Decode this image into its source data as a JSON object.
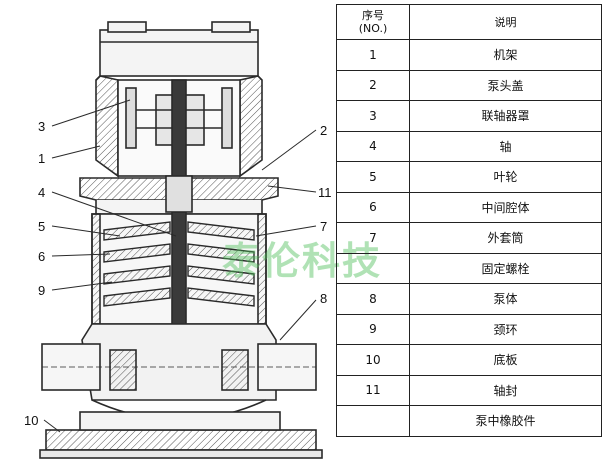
{
  "figure": {
    "callouts": [
      "3",
      "2",
      "1",
      "11",
      "4",
      "7",
      "5",
      "6",
      "9",
      "8",
      "10"
    ],
    "watermark": "泰伦科技",
    "colors": {
      "line": "#2a2a2a",
      "fill": "#f4f4f4",
      "hatch": "#555555",
      "watermark": "#4fbf5a"
    }
  },
  "table": {
    "header": {
      "no_line1": "序号",
      "no_line2": "(NO.)",
      "desc": "说明"
    },
    "rows": [
      {
        "no": "1",
        "desc": "机架"
      },
      {
        "no": "2",
        "desc": "泵头盖"
      },
      {
        "no": "3",
        "desc": "联轴器罩"
      },
      {
        "no": "4",
        "desc": "轴"
      },
      {
        "no": "5",
        "desc": "叶轮"
      },
      {
        "no": "6",
        "desc": "中间腔体"
      },
      {
        "no": "7",
        "desc": "外套筒"
      },
      {
        "no": "",
        "desc": "固定螺栓"
      },
      {
        "no": "8",
        "desc": "泵体"
      },
      {
        "no": "9",
        "desc": "颈环"
      },
      {
        "no": "10",
        "desc": "底板"
      },
      {
        "no": "11",
        "desc": "轴封"
      },
      {
        "no": "",
        "desc": "泵中橡胶件"
      }
    ]
  }
}
